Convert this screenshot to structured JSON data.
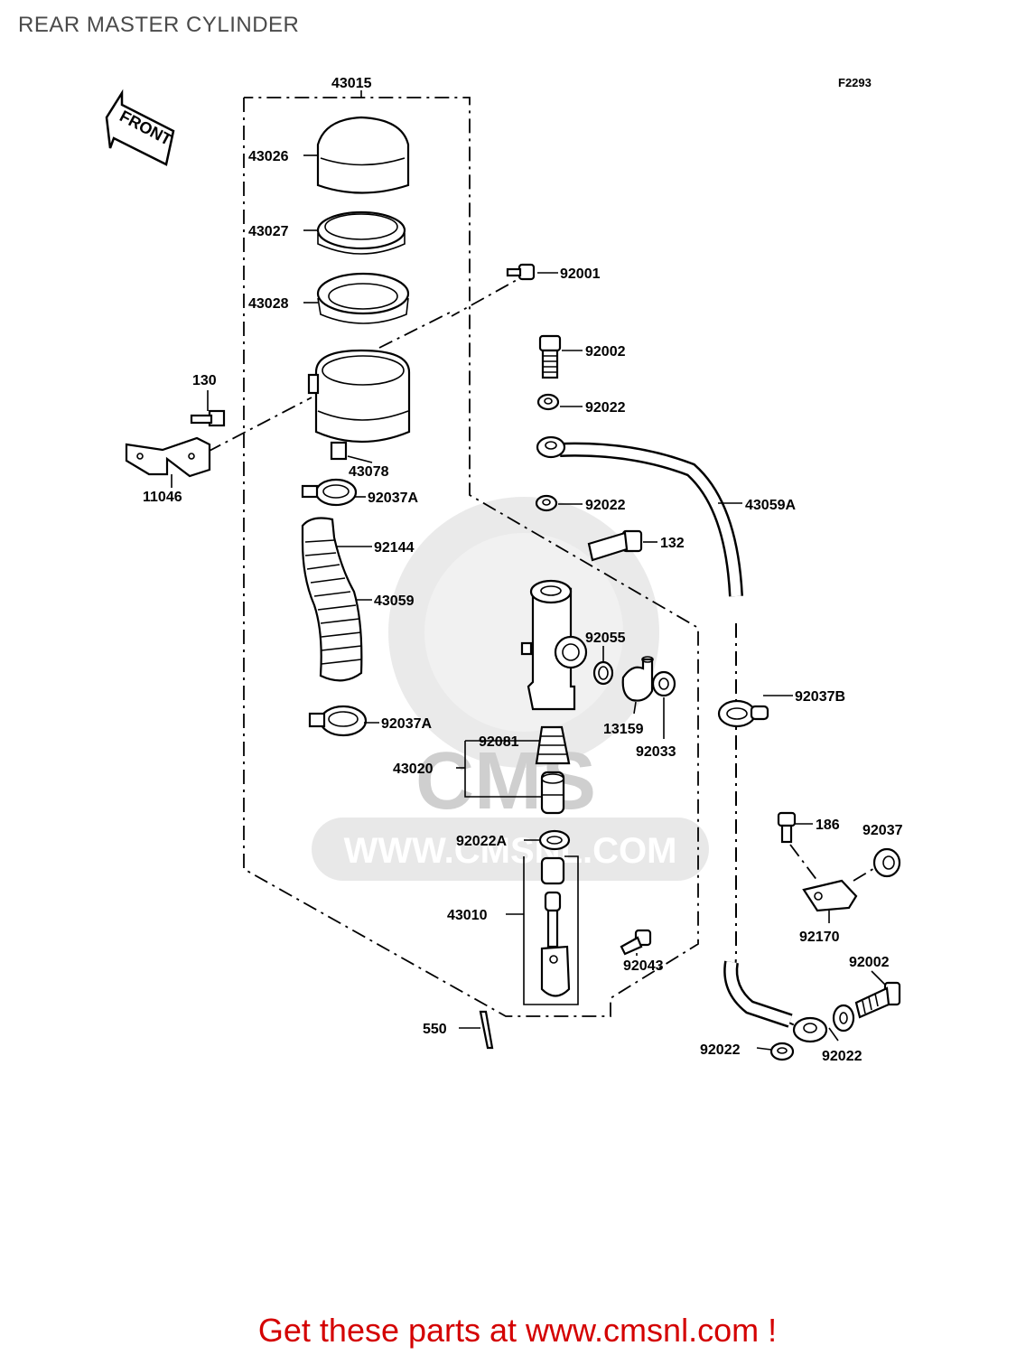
{
  "title": "REAR MASTER CYLINDER",
  "figure_id": "F2293",
  "front_label": "FRONT",
  "watermark": {
    "logo_text": "CMS",
    "url": "WWW.CMSNL.COM"
  },
  "callouts": [
    "43015",
    "43026",
    "43027",
    "43028",
    "92001",
    "92002",
    "130",
    "92022",
    "43078",
    "11046",
    "92037A",
    "92022",
    "43059A",
    "132",
    "92144",
    "43059",
    "92055",
    "92037B",
    "13159",
    "92037A",
    "92081",
    "92033",
    "43020",
    "186",
    "92037",
    "92022A",
    "43010",
    "92170",
    "92002",
    "92043",
    "550",
    "92022",
    "92022"
  ],
  "footer": "Get these parts at www.cmsnl.com !"
}
